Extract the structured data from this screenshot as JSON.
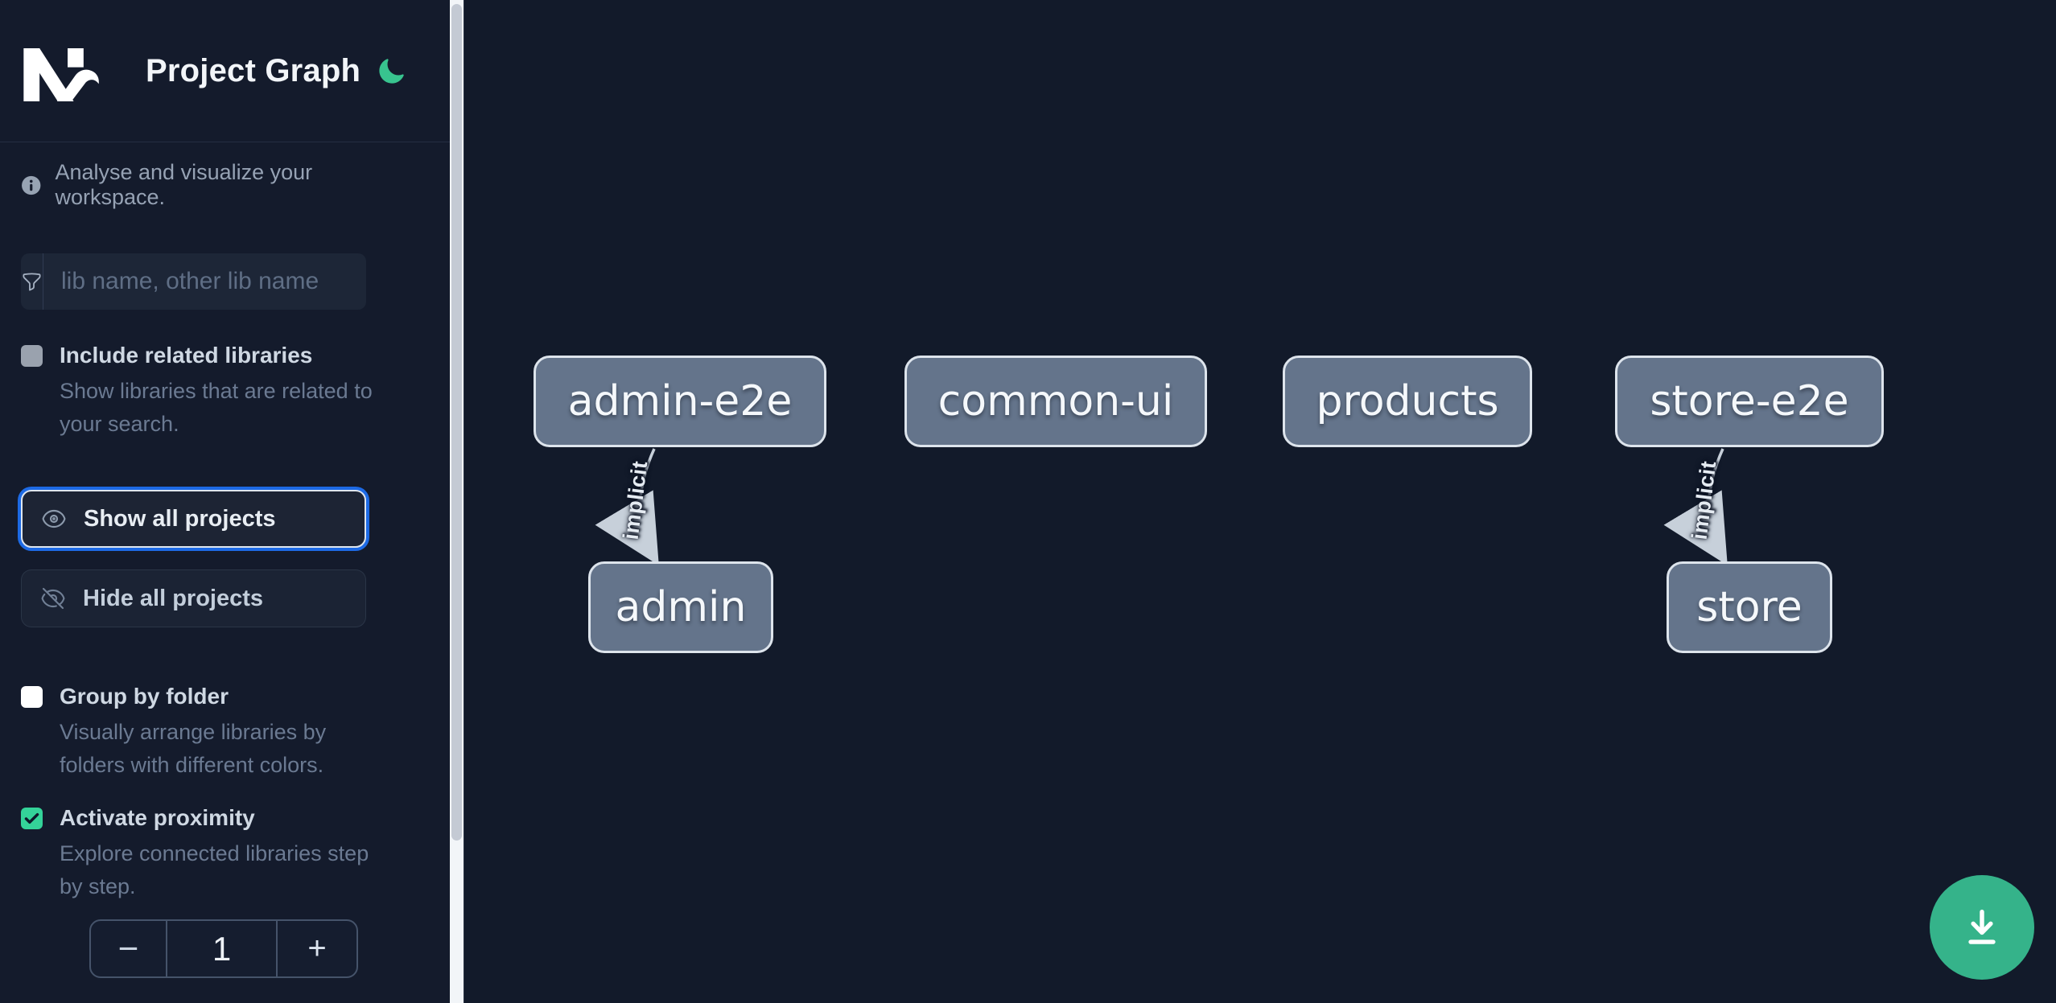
{
  "app": {
    "title": "Project Graph"
  },
  "sidebar": {
    "info_text": "Analyse and visualize your workspace.",
    "search": {
      "placeholder": "lib name, other lib name",
      "value": ""
    },
    "toggles": [
      {
        "label": "Include related libraries",
        "description": "Show libraries that are related to your search.",
        "checked": false
      },
      {
        "label": "Group by folder",
        "description": "Visually arrange libraries by folders with different colors.",
        "checked": false
      },
      {
        "label": "Activate proximity",
        "description": "Explore connected libraries step by step.",
        "checked": true
      }
    ],
    "buttons": [
      {
        "label": "Show all projects",
        "focused": true
      },
      {
        "label": "Hide all projects",
        "focused": false
      }
    ],
    "stepper": {
      "decrement": "−",
      "value": "1",
      "increment": "+"
    }
  },
  "graph": {
    "nodes": [
      {
        "label": "admin-e2e"
      },
      {
        "label": "common-ui"
      },
      {
        "label": "products"
      },
      {
        "label": "store-e2e"
      },
      {
        "label": "admin"
      },
      {
        "label": "store"
      }
    ],
    "edges": [
      {
        "from": "admin-e2e",
        "to": "admin",
        "label": "implicit"
      },
      {
        "from": "store-e2e",
        "to": "store",
        "label": "implicit"
      }
    ]
  },
  "colors": {
    "sidebar_bg": "#141b2c",
    "canvas_bg": "#121a2a",
    "accent_teal": "#34d399",
    "fab_green": "#35b38a",
    "focus_blue": "#1d6ae5",
    "node_fill": "#64748b",
    "node_border": "#e2e8f0",
    "edge_gray": "#c7d0da"
  }
}
